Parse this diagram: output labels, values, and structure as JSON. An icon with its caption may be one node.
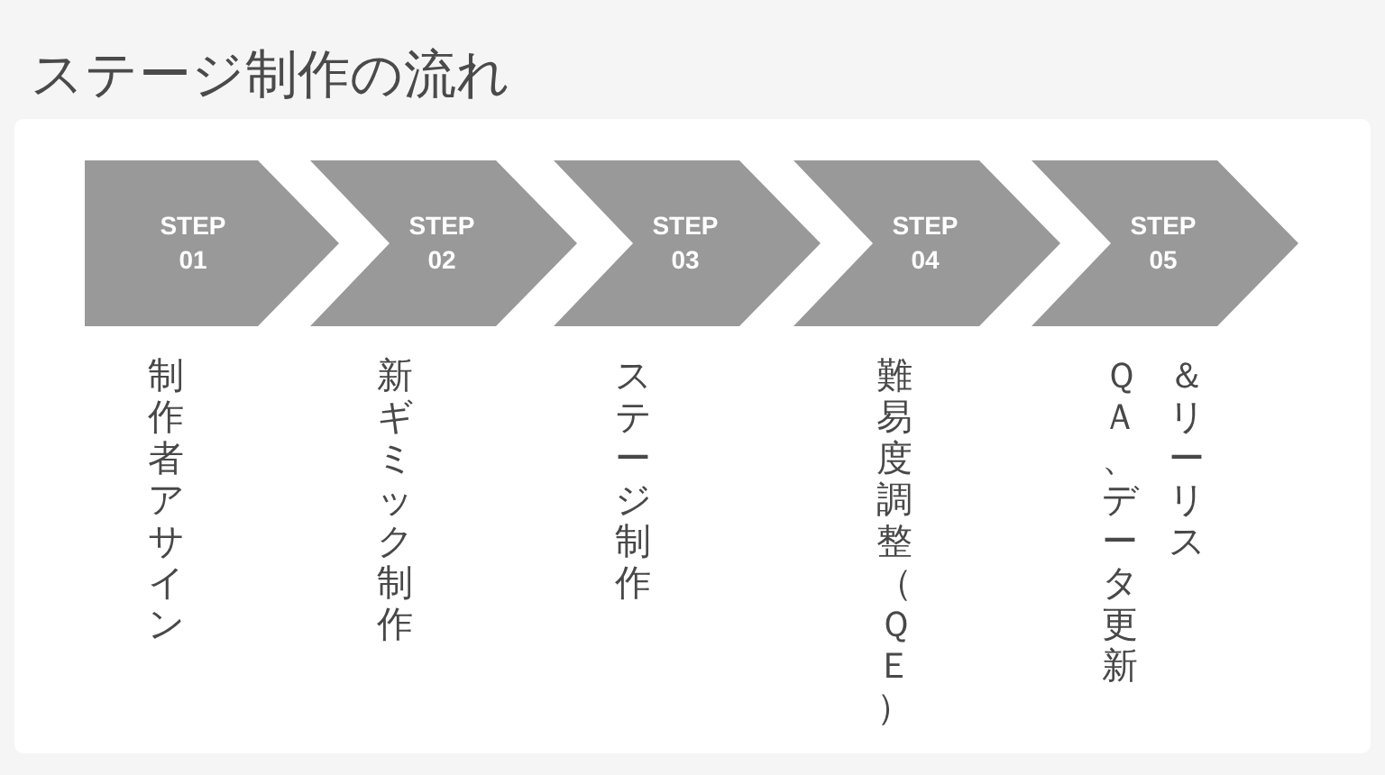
{
  "diagram": {
    "title": "ステージ制作の流れ",
    "nodes": [
      {
        "text": [
          "STEP 01"
        ],
        "beside": [
          "制作者アサイン"
        ]
      },
      {
        "text": [
          "STEP 02"
        ],
        "beside": [
          "新ギミック制作"
        ]
      },
      {
        "text": [
          "STEP 03"
        ],
        "beside": [
          "ステージ制作"
        ]
      },
      {
        "text": [
          "STEP 04"
        ],
        "beside": [
          "難易度調整（ＱＥ）"
        ]
      },
      {
        "text": [
          "STEP 05"
        ],
        "beside": [
          "ＱＡ、データ更新＆リーリス"
        ]
      }
    ]
  }
}
